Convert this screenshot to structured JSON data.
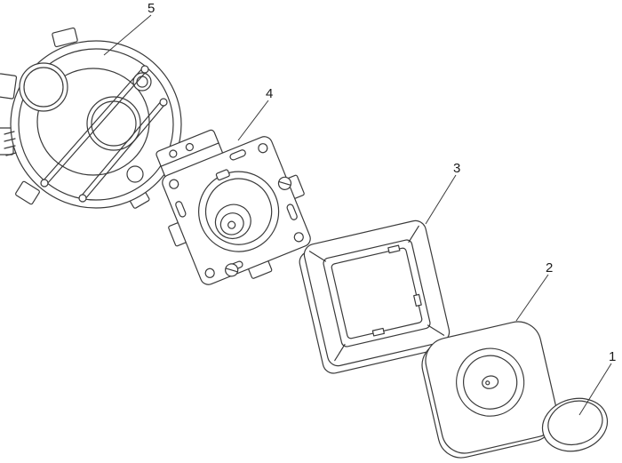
{
  "colors": {
    "background": "#ffffff",
    "line": "#3a3a3a",
    "text": "#1a1a1a"
  },
  "diagram": {
    "type": "exploded-view",
    "labels": [
      {
        "number": "1",
        "part": "round-knob-cap"
      },
      {
        "number": "2",
        "part": "cover-plate"
      },
      {
        "number": "3",
        "part": "mounting-frame"
      },
      {
        "number": "4",
        "part": "mechanism-insert"
      },
      {
        "number": "5",
        "part": "flush-mount-wall-box"
      }
    ]
  }
}
